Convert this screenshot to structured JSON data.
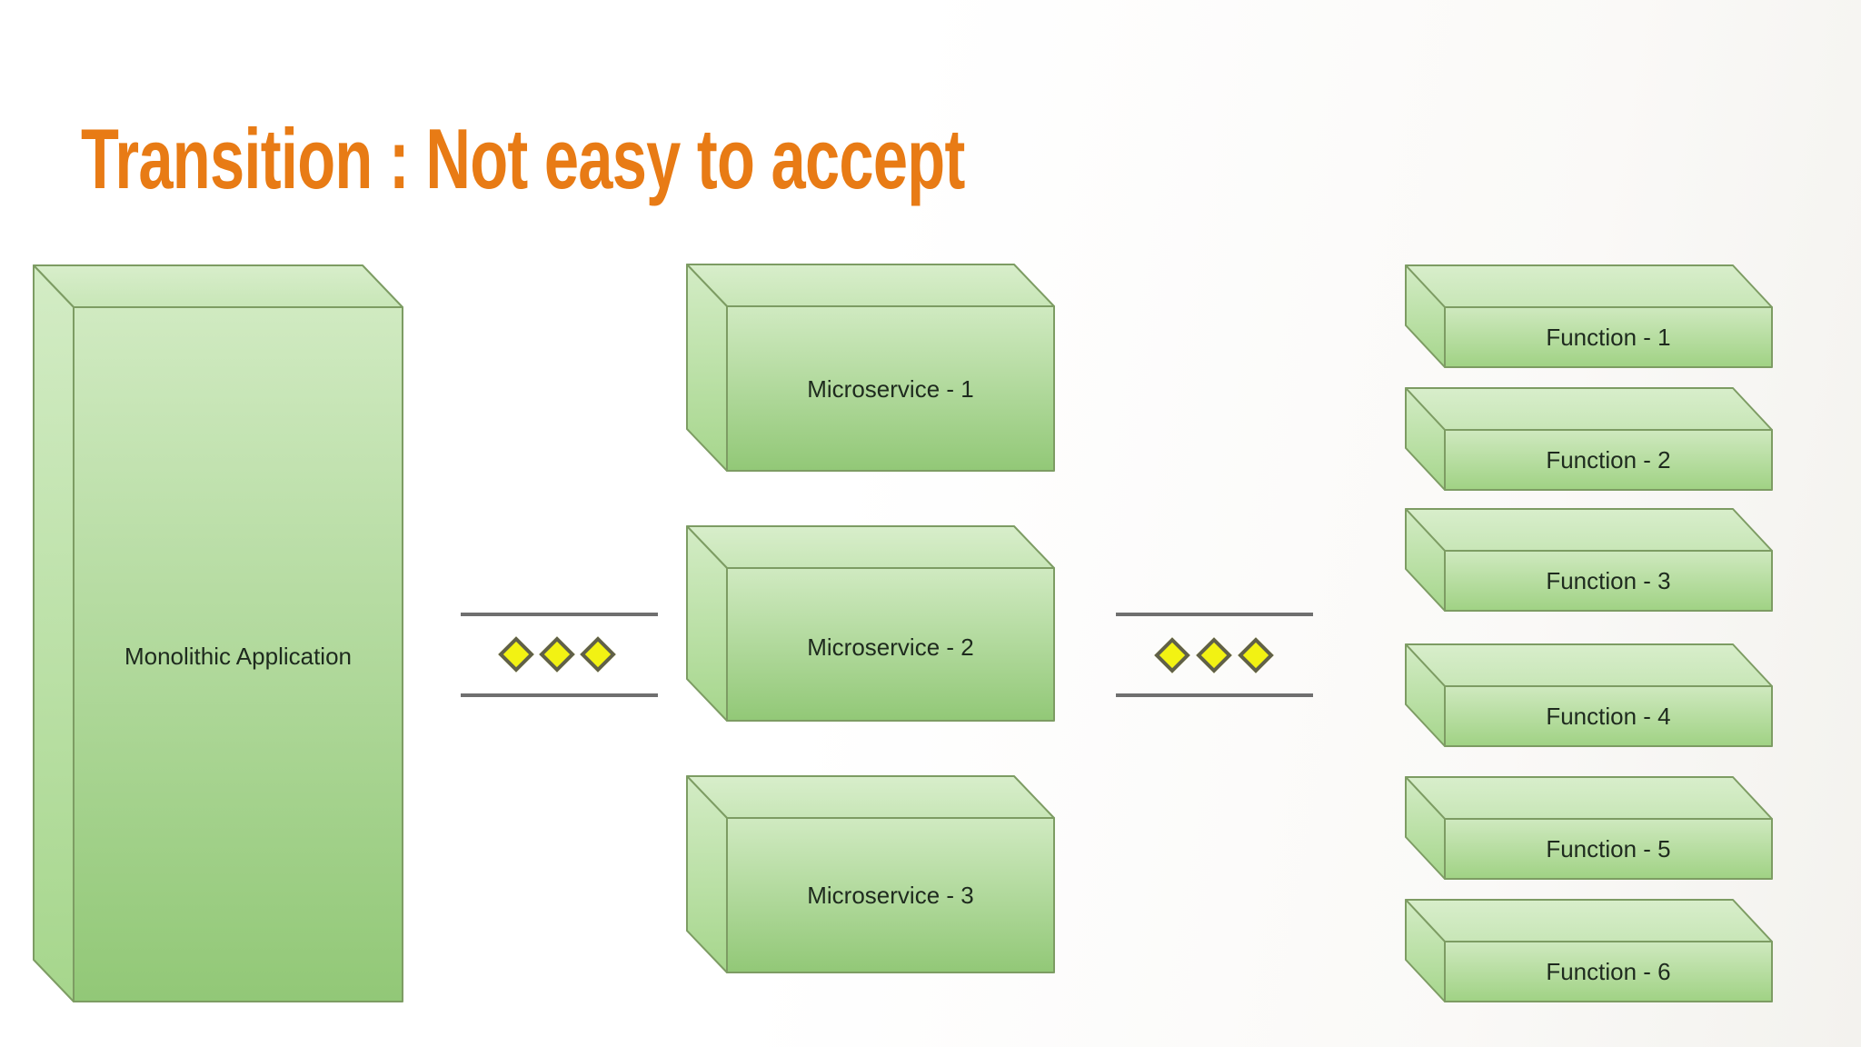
{
  "slide": {
    "title": "Transition : Not easy to accept"
  },
  "monolith": {
    "label": "Monolithic Application"
  },
  "microservices": [
    {
      "label": "Microservice - 1"
    },
    {
      "label": "Microservice - 2"
    },
    {
      "label": "Microservice - 3"
    }
  ],
  "functions": [
    {
      "label": "Function - 1"
    },
    {
      "label": "Function - 2"
    },
    {
      "label": "Function - 3"
    },
    {
      "label": "Function - 4"
    },
    {
      "label": "Function - 5"
    },
    {
      "label": "Function - 6"
    }
  ],
  "connectors": [
    {
      "position": "left",
      "diamond_count": 3
    },
    {
      "position": "right",
      "diamond_count": 3
    }
  ],
  "colors": {
    "title": "#e87b15",
    "box_border": "#7d9c63",
    "box_face_light": "#d0eac1",
    "box_face_dark": "#92c877",
    "connector_line": "#6f6f6f",
    "diamond_fill": "#f2f213",
    "diamond_border": "#60604a",
    "label_text": "#1e2a1e"
  }
}
